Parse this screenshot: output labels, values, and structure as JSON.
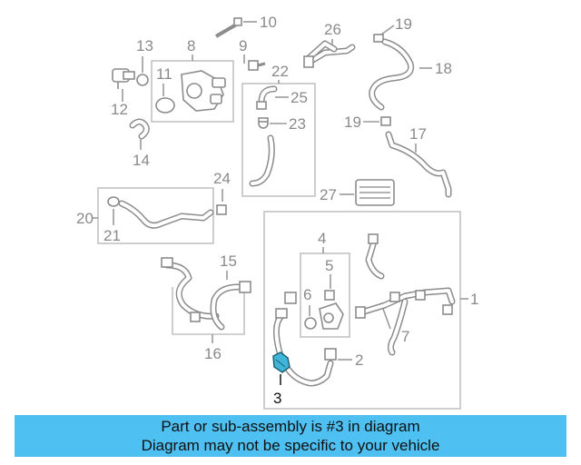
{
  "diagram": {
    "callouts": {
      "c1": "1",
      "c2": "2",
      "c3": "3",
      "c4": "4",
      "c5": "5",
      "c6": "6",
      "c7": "7",
      "c8": "8",
      "c9": "9",
      "c10": "10",
      "c11": "11",
      "c12": "12",
      "c13": "13",
      "c14": "14",
      "c15": "15",
      "c16": "16",
      "c17": "17",
      "c18": "18",
      "c19a": "19",
      "c19b": "19",
      "c20": "20",
      "c21": "21",
      "c22": "22",
      "c23": "23",
      "c24": "24",
      "c25": "25",
      "c26": "26",
      "c27": "27"
    },
    "highlight_part": "3",
    "highlight_color": "#3fb6d9",
    "line_color": "#9a9a9a"
  },
  "banner": {
    "line1": "Part or sub-assembly is #3 in diagram",
    "line2": "Diagram may not be specific to your vehicle",
    "background": "#4ec0f2"
  }
}
